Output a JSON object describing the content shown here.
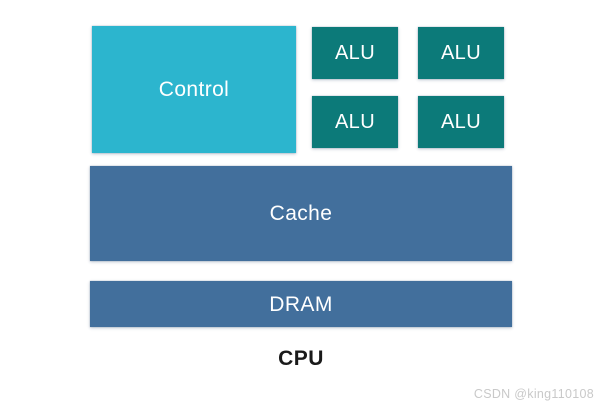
{
  "diagram": {
    "title": "CPU",
    "caption": "CPU",
    "background_color": "#ffffff",
    "blocks": [
      {
        "id": "control",
        "label": "Control",
        "color": "#2cb5ce",
        "text_color": "#ffffff"
      },
      {
        "id": "alu-0",
        "label": "ALU",
        "color": "#0c7a79",
        "text_color": "#ffffff"
      },
      {
        "id": "alu-1",
        "label": "ALU",
        "color": "#0c7a79",
        "text_color": "#ffffff"
      },
      {
        "id": "alu-2",
        "label": "ALU",
        "color": "#0c7a79",
        "text_color": "#ffffff"
      },
      {
        "id": "alu-3",
        "label": "ALU",
        "color": "#0c7a79",
        "text_color": "#ffffff"
      },
      {
        "id": "cache",
        "label": "Cache",
        "color": "#426f9c",
        "text_color": "#ffffff"
      },
      {
        "id": "dram",
        "label": "DRAM",
        "color": "#426f9c",
        "text_color": "#ffffff"
      }
    ]
  },
  "watermark": {
    "text": "CSDN @king110108",
    "color": "#c9c9c9"
  }
}
